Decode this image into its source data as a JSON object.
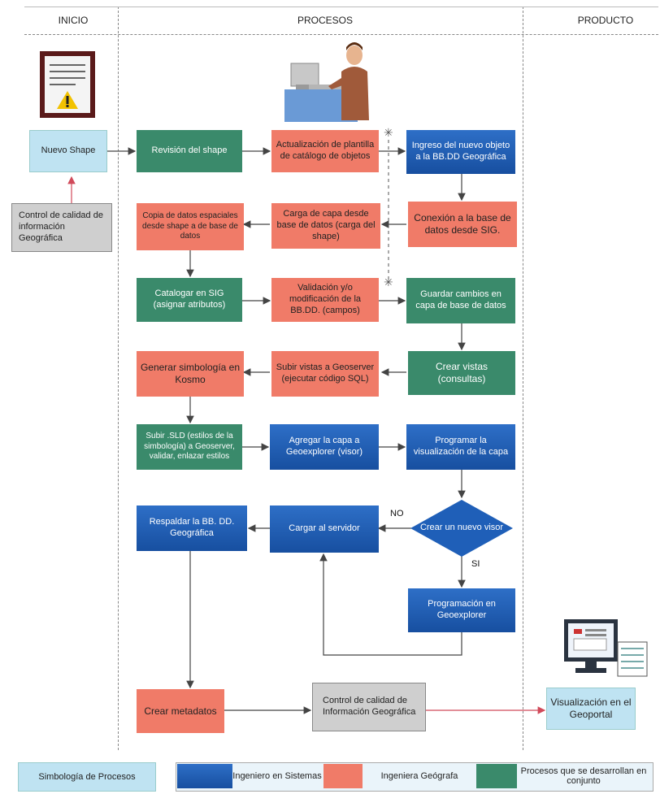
{
  "headers": {
    "start": "INICIO",
    "process": "PROCESOS",
    "product": "PRODUCTO"
  },
  "nodes": {
    "nuevo_shape": "Nuevo Shape",
    "control_calidad_1": "Control de calidad de información Geográfica",
    "revision_shape": "Revisión del shape",
    "actualizacion_plantilla": "Actualización de plantilla de catálogo de objetos",
    "ingreso_objeto": "Ingreso del nuevo objeto a la BB.DD Geográfica",
    "copia_datos": "Copia de datos espaciales desde shape a de base de datos",
    "carga_capa": "Carga de capa desde base de datos (carga del shape)",
    "conexion_base": "Conexión a la base de datos desde SIG.",
    "catalogar_sig": "Catalogar en SIG (asignar atributos)",
    "validacion": "Validación y/o modificación de la BB.DD. (campos)",
    "guardar_cambios": "Guardar cambios en capa de base de datos",
    "generar_simbologia": "Generar simbología en Kosmo",
    "subir_vistas": "Subir vistas a Geoserver (ejecutar código SQL)",
    "crear_vistas": "Crear vistas (consultas)",
    "subir_sld": "Subir .SLD (estilos de la simbología) a Geoserver, validar, enlazar estilos",
    "agregar_capa": "Agregar la capa a Geoexplorer (visor)",
    "programar_visualizacion": "Programar la visualización de la capa",
    "respaldar_bd": "Respaldar la BB. DD. Geográfica",
    "cargar_servidor": "Cargar al servidor",
    "crear_visor": "Crear un nuevo visor",
    "programacion_geoexplorer": "Programación en Geoexplorer",
    "crear_metadatos": "Crear metadatos",
    "control_calidad_2": "Control de calidad de Información Geográfica",
    "visualizacion": "Visualización en el Geoportal"
  },
  "decision_labels": {
    "no": "NO",
    "si": "SI"
  },
  "legend": {
    "title": "Simbología de Procesos",
    "blue": "Ingeniero en Sistemas",
    "salmon": "Ingeniera Geógrafa",
    "green": "Procesos que se desarrollan en conjunto"
  },
  "colors": {
    "blue": "#1f5fb8",
    "salmon": "#f07b68",
    "green": "#3a8a6b",
    "light_blue": "#bfe3f2",
    "gray": "#cfcfcf"
  },
  "icons": [
    "document-warning-icon",
    "person-at-computer-icon",
    "monitor-with-chart-icon"
  ]
}
